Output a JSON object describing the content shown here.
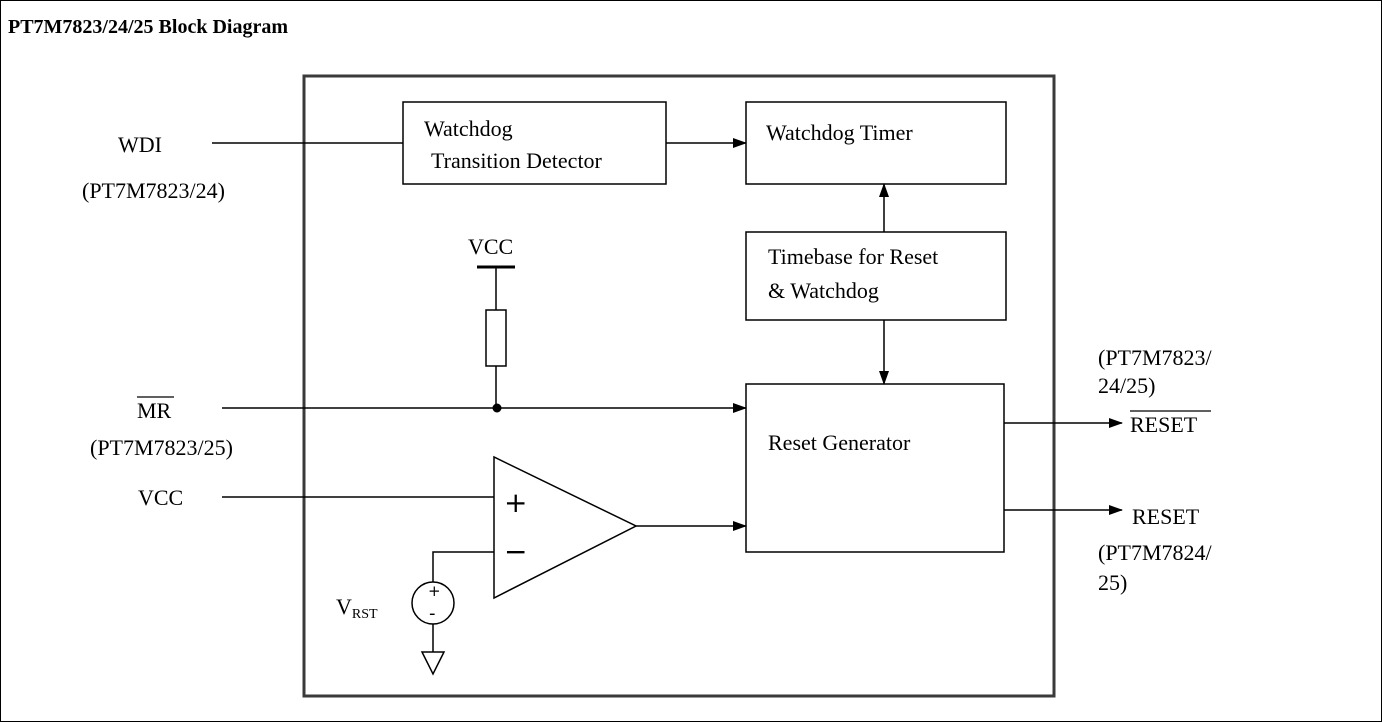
{
  "title": "PT7M7823/24/25 Block Diagram",
  "blocks": {
    "transition_detector": [
      "Watchdog",
      "Transition Detector"
    ],
    "watchdog_timer": "Watchdog Timer",
    "timebase": [
      "Timebase for Reset",
      "& Watchdog"
    ],
    "reset_generator": "Reset Generator"
  },
  "inputs": {
    "wdi": "WDI",
    "wdi_note": "(PT7M7823/24)",
    "mr": "MR",
    "mr_note": "(PT7M7823/25)",
    "vcc": "VCC"
  },
  "internal": {
    "vcc_pullup": "VCC",
    "vrst_main": "V",
    "vrst_sub": "RST",
    "comparator_plus": "+",
    "comparator_minus": "−",
    "source_plus": "+",
    "source_minus": "-"
  },
  "outputs": {
    "reset_bar_note": [
      "(PT7M7823/",
      "24/25)"
    ],
    "reset_bar": "RESET",
    "reset": "RESET",
    "reset_note": [
      "(PT7M7824/",
      "25)"
    ]
  }
}
